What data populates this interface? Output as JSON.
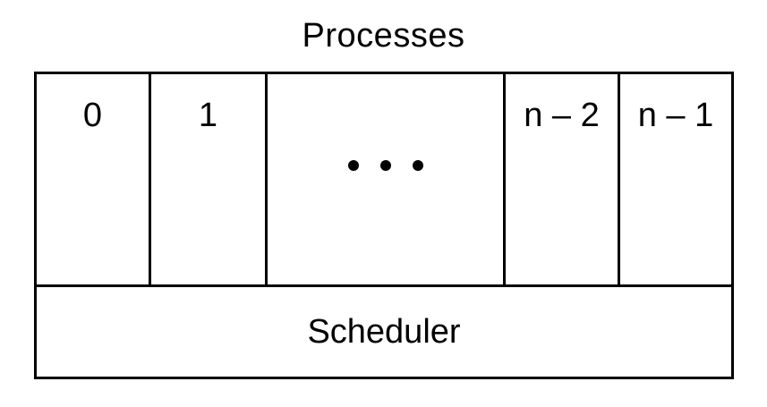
{
  "title": "Processes",
  "processes": [
    {
      "label": "0"
    },
    {
      "label": "1"
    },
    {
      "label": ""
    },
    {
      "label": "n – 2"
    },
    {
      "label": "n – 1"
    }
  ],
  "ellipsis_icon": "ellipsis-dots",
  "scheduler": {
    "label": "Scheduler"
  }
}
